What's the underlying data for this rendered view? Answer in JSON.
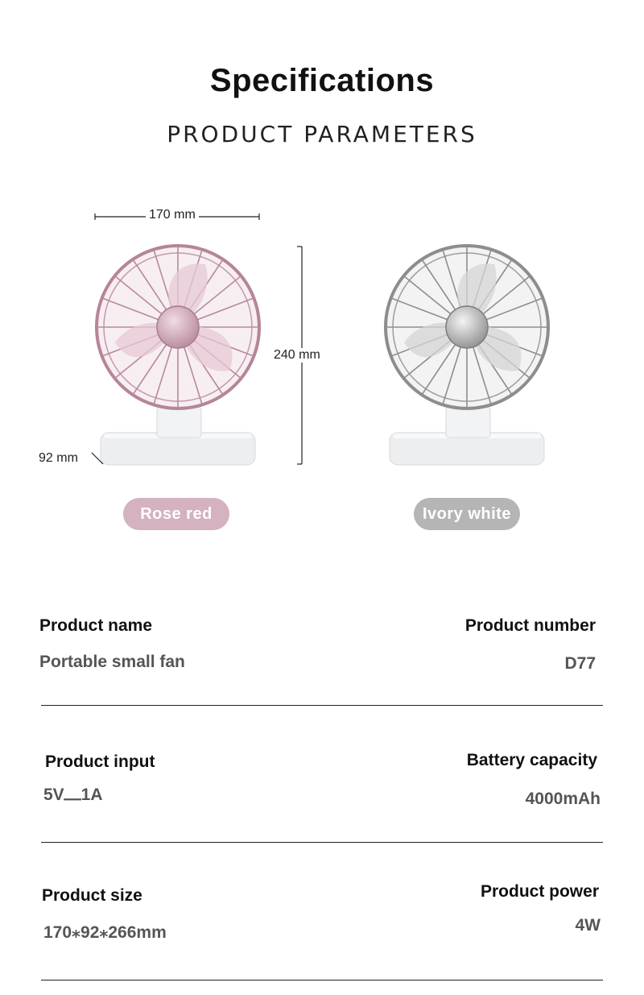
{
  "header": {
    "title": "Specifications",
    "subtitle": "PRODUCT PARAMETERS"
  },
  "dimensions": {
    "width": "170 mm",
    "height": "240 mm",
    "depth": "92 mm"
  },
  "colors": [
    {
      "label": "Rose red",
      "swatch": "#d4b2c0"
    },
    {
      "label": "Ivory white",
      "swatch": "#b5b5b5"
    }
  ],
  "specs": [
    {
      "label": "Product name",
      "value": "Portable small fan"
    },
    {
      "label": "Product number",
      "value": "D77"
    },
    {
      "label": "Product input",
      "value": "5V⎼1A"
    },
    {
      "label": "Battery capacity",
      "value": "4000mAh"
    },
    {
      "label": "Product size",
      "value": "170⁎92⁎266mm"
    },
    {
      "label": "Product power",
      "value": "4W"
    }
  ]
}
